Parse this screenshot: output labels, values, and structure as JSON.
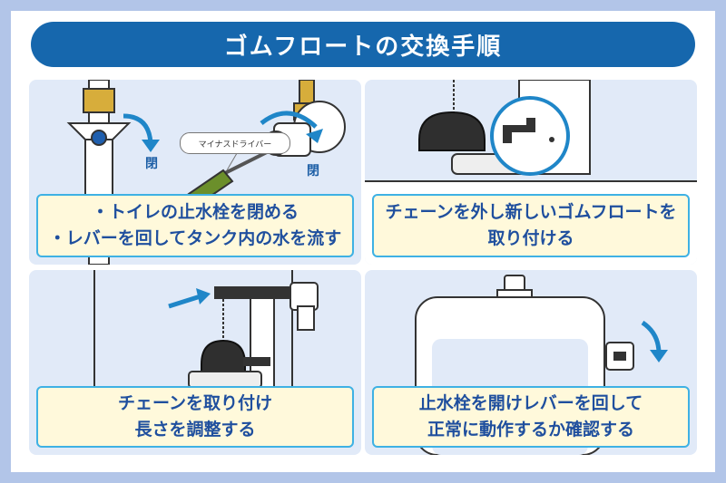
{
  "title": "ゴムフロートの交換手順",
  "steps": [
    {
      "lines": [
        "・トイレの止水栓を閉める",
        "・レバーを回してタンク内の水を流す"
      ],
      "labels": [
        "閉",
        "閉"
      ],
      "tool_label": "マイナスドライバー"
    },
    {
      "lines": [
        "チェーンを外し新しいゴムフロートを",
        "取り付ける"
      ]
    },
    {
      "lines": [
        "チェーンを取り付け",
        "長さを調整する"
      ]
    },
    {
      "lines": [
        "止水栓を開けレバーを回して",
        "正常に動作するか確認する"
      ]
    }
  ],
  "colors": {
    "title_bg": "#1667ad",
    "panel_bg": "#e1eaf8",
    "caption_bg": "#fff9db",
    "caption_border": "#3eb1e4",
    "accent": "#1f86c8",
    "frame": "#b2c5e8"
  }
}
